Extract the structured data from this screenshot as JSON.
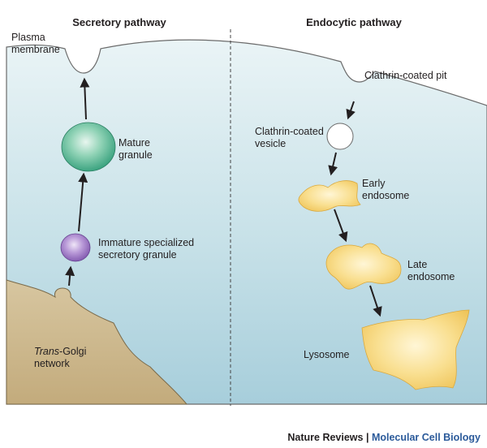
{
  "headings": {
    "secretory": "Secretory pathway",
    "endocytic": "Endocytic pathway"
  },
  "labels": {
    "plasma_membrane": [
      "Plasma",
      "membrane"
    ],
    "mature_granule": [
      "Mature",
      "granule"
    ],
    "immature_granule": [
      "Immature specialized",
      "secretory granule"
    ],
    "golgi_italic": "Trans",
    "golgi_rest": "-Golgi",
    "golgi_line2": "network",
    "clathrin_pit": "Clathrin-coated pit",
    "clathrin_vesicle": [
      "Clathrin-coated",
      "vesicle"
    ],
    "early_endosome": [
      "Early",
      "endosome"
    ],
    "late_endosome": [
      "Late",
      "endosome"
    ],
    "lysosome": "Lysosome"
  },
  "credit": {
    "journal": "Nature Reviews",
    "separator": " | ",
    "section": "Molecular Cell Biology"
  },
  "colors": {
    "cytoplasm_top": "#e3f0f3",
    "cytoplasm_bottom": "#a9cfdb",
    "golgi": "#cdb890",
    "mature_granule": "#3dab86",
    "immature_granule": "#8d63b8",
    "endosome": "#f3cd68",
    "credit_section": "#2b5a9a"
  }
}
